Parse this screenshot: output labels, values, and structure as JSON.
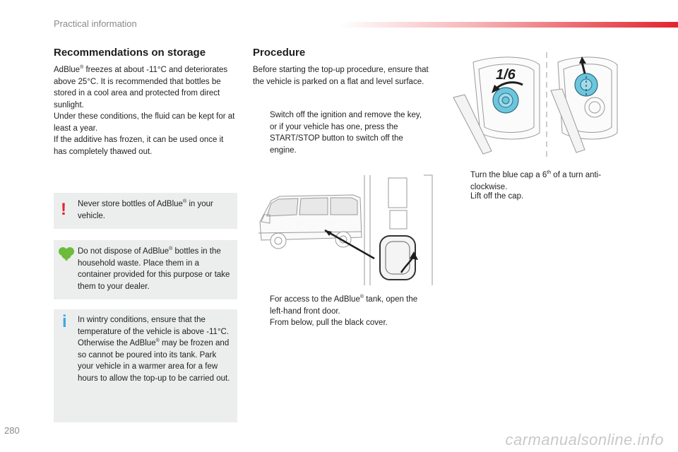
{
  "header": {
    "section_title": "Practical information"
  },
  "storage": {
    "title": "Recommendations on storage",
    "p1a": "AdBlue",
    "p1b": " freezes at about -11°C and deteriorates above 25°C. It is recommended that bottles be stored in a cool area and protected from direct sunlight.",
    "p2": "Under these conditions, the fluid can be kept for at least a year.",
    "p3": "If the additive has frozen, it can be used once it has completely thawed out."
  },
  "notes": {
    "warning_a": "Never store bottles of AdBlue",
    "warning_b": " in your vehicle.",
    "environment_a": "Do not dispose of AdBlue",
    "environment_b": " bottles in the household waste. Place them in a container provided for this purpose or take them to your dealer.",
    "info_a": "In wintry conditions, ensure that the temperature of the vehicle is above -11°C. Otherwise the AdBlue",
    "info_b": " may be frozen and so cannot be poured into its tank. Park your vehicle in a warmer area for a few hours to allow the top-up to be carried out."
  },
  "procedure": {
    "title": "Procedure",
    "intro": "Before starting the top-up procedure, ensure that the vehicle is parked on a flat and level surface.",
    "step1": "Switch off the ignition and remove the key, or if your vehicle has one, press the START/STOP button to switch off the engine.",
    "step2a": "For access to the AdBlue",
    "step2b": " tank, open the left-hand front door.",
    "step3": "From below, pull the black cover.",
    "step4a": "Turn the blue cap a 6",
    "step4b": " of a turn anti-clockwise.",
    "step5": "Lift off the cap."
  },
  "glyphs": {
    "bullet": "",
    "registered": "®",
    "superscript_th": "th",
    "warning_symbol": "!",
    "info_symbol": "i"
  },
  "figure": {
    "fraction_label": "1/6"
  },
  "footer": {
    "page_number": "280",
    "watermark": "carmanualsonline.info"
  },
  "colors": {
    "accent_red": "#e2232e",
    "note_bg": "#eceeee",
    "cap_blue": "#6cc6dd",
    "eco_green": "#6dbb3a",
    "info_blue": "#3fa9e0"
  }
}
